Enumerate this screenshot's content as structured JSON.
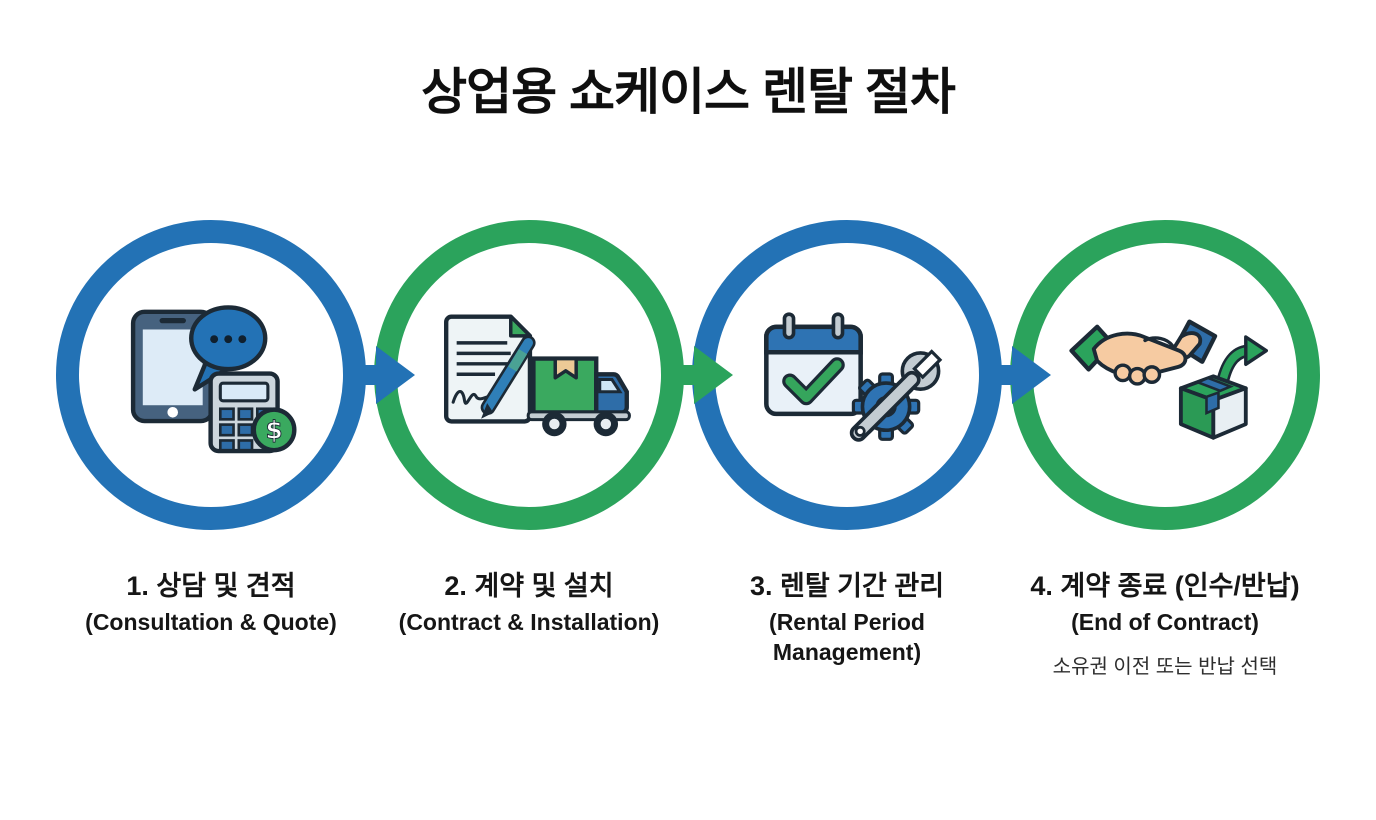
{
  "page": {
    "title": "상업용 쇼케이스 렌탈 절차"
  },
  "colors": {
    "blue": "#2372b5",
    "green": "#2ba35c",
    "outline": "#1c2a36",
    "title": "#0f0f0f",
    "label": "#161616",
    "note": "#2e2e2e",
    "background": "#ffffff"
  },
  "steps": [
    {
      "ring": "blue",
      "icon": "smartphone-chat-calculator-icon",
      "title_ko": "1. 상담 및 견적",
      "title_en": "(Consultation & Quote)"
    },
    {
      "ring": "green",
      "icon": "contract-pen-delivery-truck-icon",
      "title_ko": "2. 계약 및 설치",
      "title_en": "(Contract & Installation)"
    },
    {
      "ring": "blue",
      "icon": "calendar-check-wrench-gear-icon",
      "title_ko": "3. 렌탈 기간 관리",
      "title_en": "(Rental Period\nManagement)"
    },
    {
      "ring": "green",
      "icon": "handshake-return-box-icon",
      "title_ko": "4. 계약 종료 (인수/반납)",
      "title_en": "(End of Contract)",
      "note": "소유권 이전 또는 반납 선택"
    }
  ],
  "arrows": [
    {
      "from": "step-1",
      "to": "step-2",
      "color": "blue"
    },
    {
      "from": "step-2",
      "to": "step-3",
      "color": "green"
    },
    {
      "from": "step-3",
      "to": "step-4",
      "color": "blue"
    }
  ]
}
